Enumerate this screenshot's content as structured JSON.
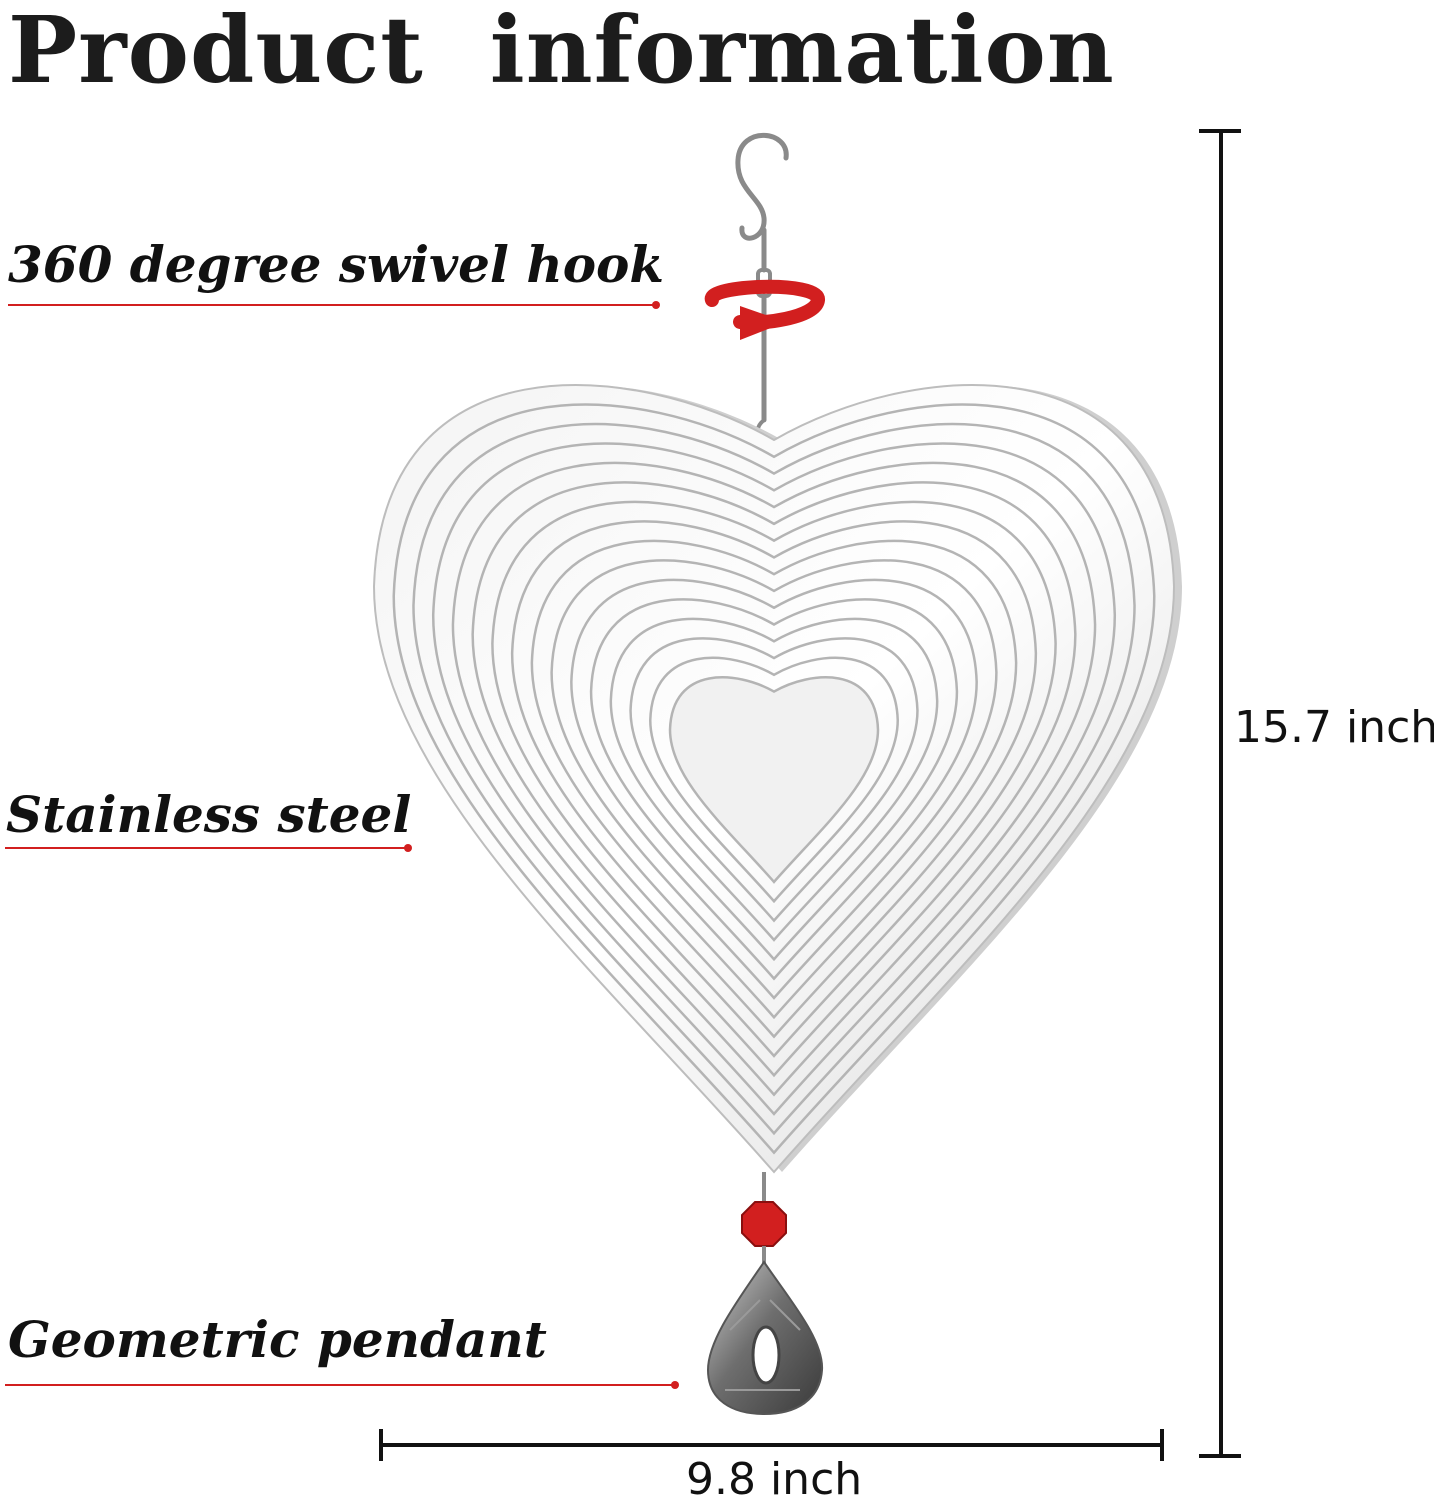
{
  "title": "Product  information",
  "callouts": {
    "hook": "360 degree swivel hook",
    "material": "Stainless steel",
    "pendant": "Geometric pendant"
  },
  "dimensions": {
    "height": "15.7 inch",
    "width": "9.8 inch"
  },
  "colors": {
    "accent_red": "#d21f1f",
    "steel": "#c9c9c9",
    "text": "#111111"
  }
}
